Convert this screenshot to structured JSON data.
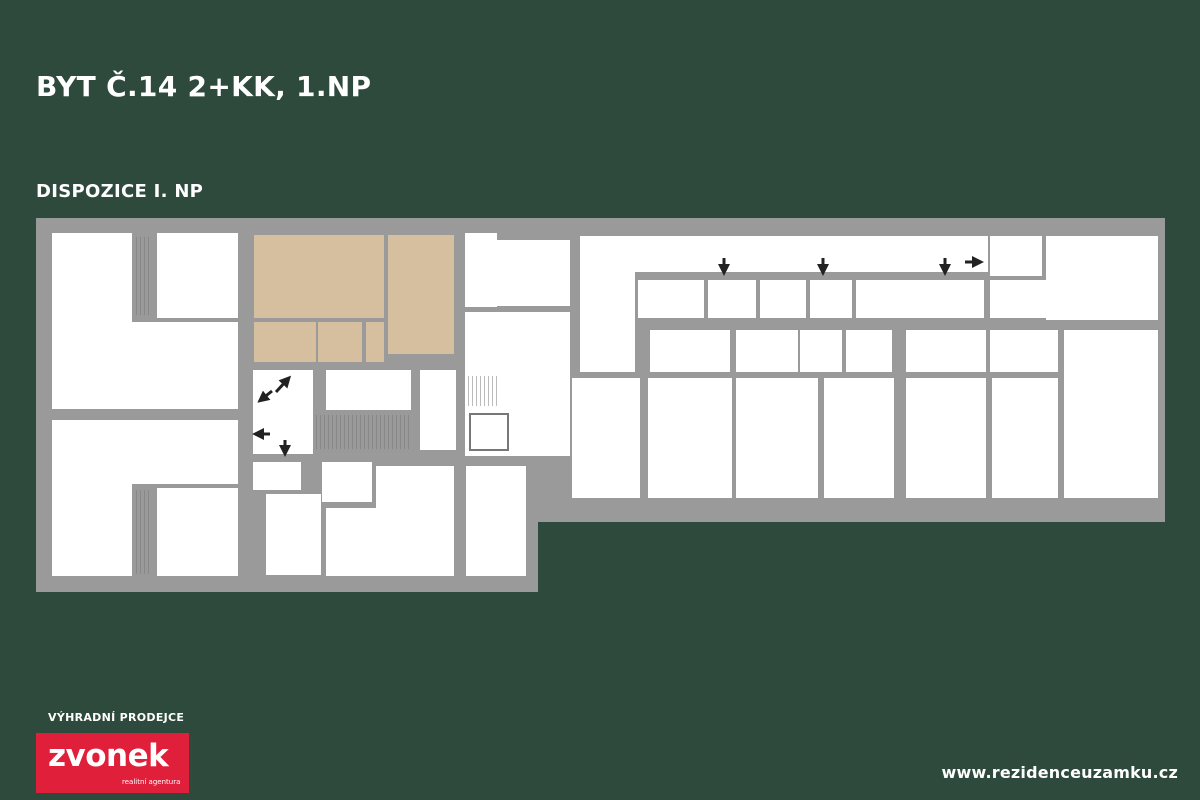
{
  "header": {
    "title": "BYT Č.14 2+KK, 1.NP",
    "subtitle": "DISPOZICE I. NP"
  },
  "plan": {
    "highlight_color": "#d5bf9e",
    "wall_color": "#9a9a9a",
    "room_color": "#ffffff"
  },
  "footer": {
    "agent_label": "VÝHRADNÍ PRODEJCE",
    "logo_name": "zvonek",
    "logo_tagline": "realitní agentura",
    "logo_color": "#e0203a",
    "website": "www.rezidenceuzamku.cz"
  }
}
